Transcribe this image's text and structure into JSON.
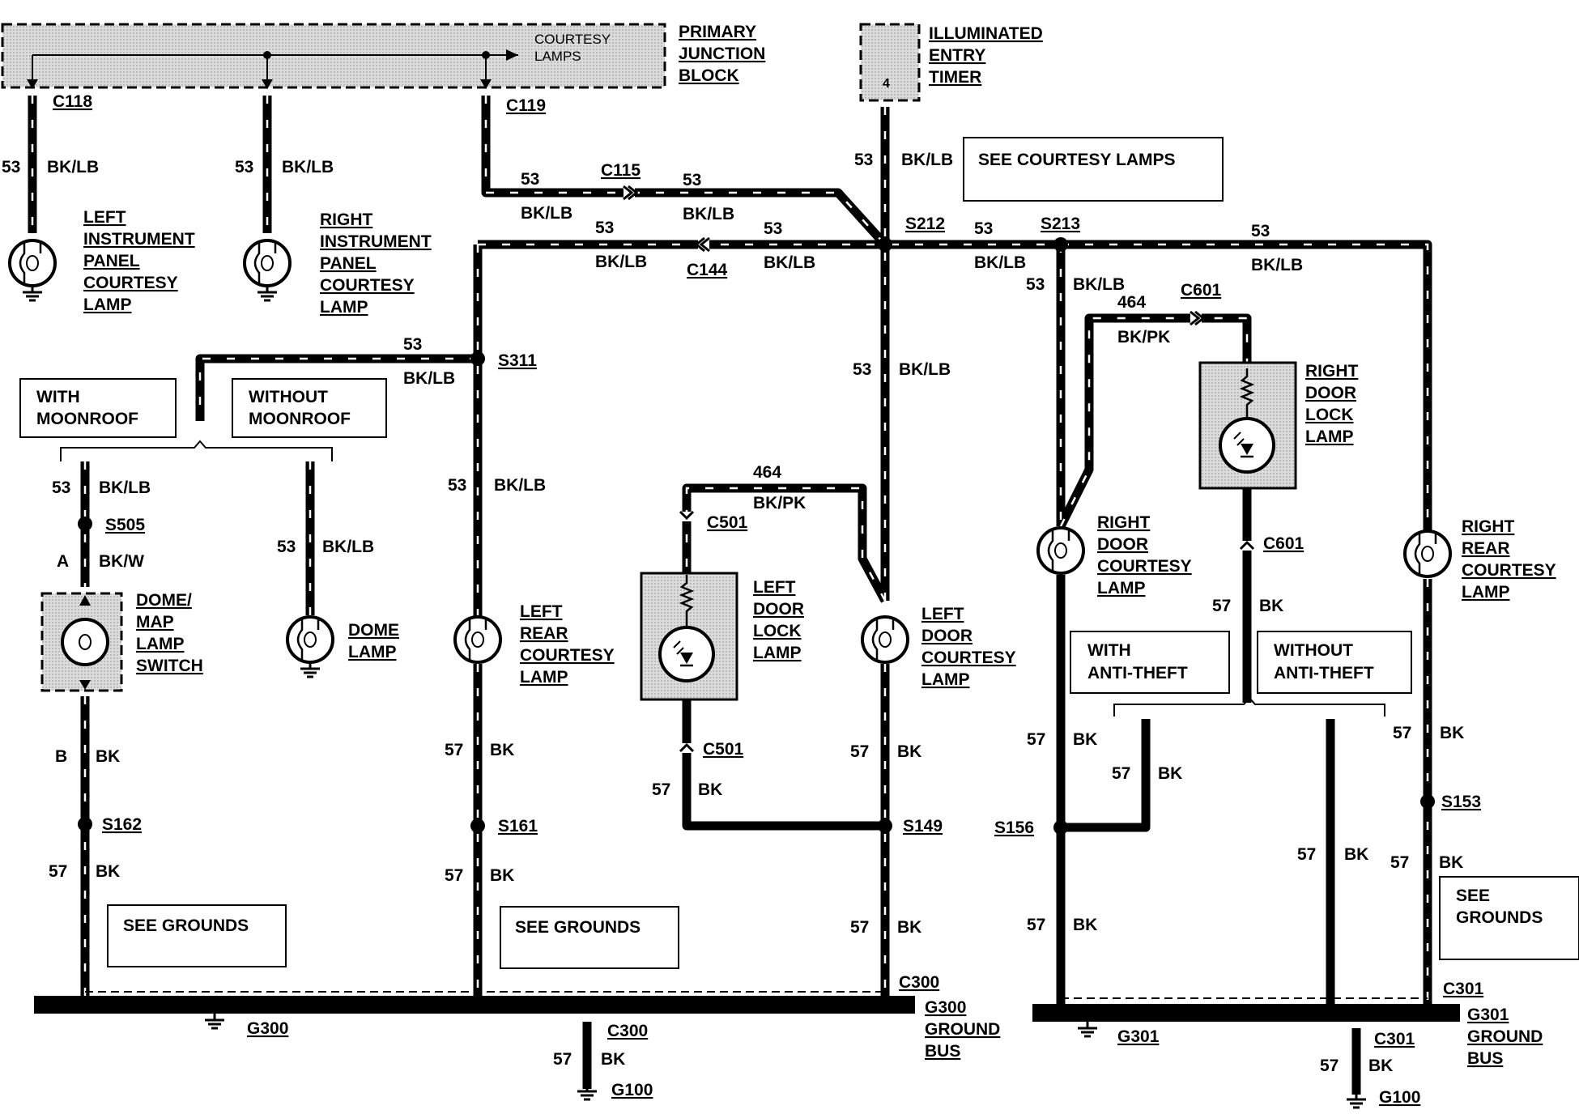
{
  "components": {
    "primary_junction_block": {
      "line1": "PRIMARY",
      "line2": "JUNCTION",
      "line3": "BLOCK",
      "inner1": "COURTESY",
      "inner2": "LAMPS"
    },
    "illuminated_entry_timer": {
      "line1": "ILLUMINATED",
      "line2": "ENTRY",
      "line3": "TIMER",
      "pin": "4"
    },
    "left_ip_lamp": [
      "LEFT",
      "INSTRUMENT",
      "PANEL",
      "COURTESY",
      "LAMP"
    ],
    "right_ip_lamp": [
      "RIGHT",
      "INSTRUMENT",
      "PANEL",
      "COURTESY",
      "LAMP"
    ],
    "dome_map_switch": [
      "DOME/",
      "MAP",
      "LAMP",
      "SWITCH"
    ],
    "dome_lamp": [
      "DOME",
      "LAMP"
    ],
    "left_rear_lamp": [
      "LEFT",
      "REAR",
      "COURTESY",
      "LAMP"
    ],
    "left_door_lock_lamp": [
      "LEFT",
      "DOOR",
      "LOCK",
      "LAMP"
    ],
    "left_door_courtesy": [
      "LEFT",
      "DOOR",
      "COURTESY",
      "LAMP"
    ],
    "right_door_lock_lamp": [
      "RIGHT",
      "DOOR",
      "LOCK",
      "LAMP"
    ],
    "right_door_courtesy": [
      "RIGHT",
      "DOOR",
      "COURTESY",
      "LAMP"
    ],
    "right_rear_courtesy": [
      "RIGHT",
      "REAR",
      "COURTESY",
      "LAMP"
    ],
    "g300_bus": [
      "G300",
      "GROUND",
      "BUS"
    ],
    "g301_bus": [
      "G301",
      "GROUND",
      "BUS"
    ]
  },
  "notes": {
    "see_courtesy": "SEE COURTESY LAMPS",
    "with_moonroof": [
      "WITH",
      "MOONROOF"
    ],
    "without_moonroof": [
      "WITHOUT",
      "MOONROOF"
    ],
    "with_antitheft": [
      "WITH",
      "ANTI-THEFT"
    ],
    "without_antitheft": [
      "WITHOUT",
      "ANTI-THEFT"
    ],
    "see_grounds": "SEE GROUNDS",
    "see_grounds_2": [
      "SEE",
      "GROUNDS"
    ]
  },
  "connectors": {
    "c118": "C118",
    "c119": "C119",
    "c115": "C115",
    "c144": "C144",
    "c501": "C501",
    "c601": "C601",
    "c300": "C300",
    "c301": "C301"
  },
  "splices": {
    "s212": "S212",
    "s213": "S213",
    "s311": "S311",
    "s505": "S505",
    "s162": "S162",
    "s161": "S161",
    "s149": "S149",
    "s156": "S156",
    "s153": "S153"
  },
  "grounds": {
    "g300": "G300",
    "g301": "G301",
    "g100": "G100"
  },
  "wires": {
    "c53": "53",
    "c57": "57",
    "c464": "464",
    "bklb": "BK/LB",
    "bkpk": "BK/PK",
    "bk": "BK",
    "bkw": "BK/W",
    "pin_a": "A",
    "pin_b": "B"
  }
}
